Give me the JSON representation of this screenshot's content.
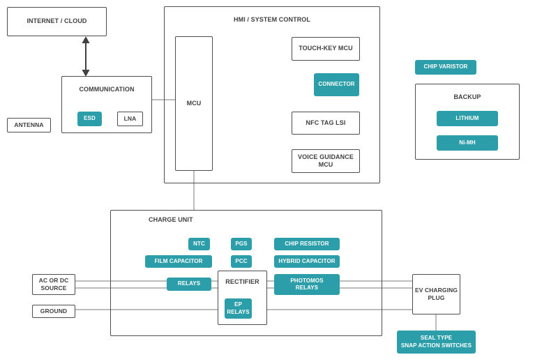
{
  "colors": {
    "teal": "#2B9EAA",
    "box_border": "#4D4D4F",
    "wire": "#77787B",
    "text": "#414042",
    "chip_text": "#FFFFFF"
  },
  "internet": {
    "label": "INTERNET / CLOUD"
  },
  "communication": {
    "title": "COMMUNICATION",
    "esd": "ESD",
    "lna": "LNA"
  },
  "antenna": {
    "label": "ANTENNA"
  },
  "hmi": {
    "title": "HMI / SYSTEM CONTROL",
    "mcu": "MCU",
    "touch_key": "TOUCH-KEY MCU",
    "connector": "CONNECTOR",
    "nfc": "NFC TAG LSI",
    "voice": {
      "lines": [
        "VOICE GUIDANCE",
        "MCU"
      ]
    }
  },
  "chip_varistor": {
    "label": "CHIP VARISTOR"
  },
  "backup": {
    "title": "BACKUP",
    "lithium": "LITHIUM",
    "nimh": "Ni-MH"
  },
  "charge_unit": {
    "title": "CHARGE UNIT",
    "ntc": "NTC",
    "pgs": "PGS",
    "chip_resistor": "CHIP RESISTOR",
    "film_capacitor": "FILM CAPACITOR",
    "pcc": "PCC",
    "hybrid_capacitor": "HYBRID CAPACITOR",
    "relays": "RELAYS",
    "rectifier": "RECTIFIER",
    "photomos": {
      "lines": [
        "PHOTOMOS",
        "RELAYS"
      ]
    },
    "ep_relays": {
      "lines": [
        "EP",
        "RELAYS"
      ]
    }
  },
  "source": {
    "lines": [
      "AC OR DC",
      "SOURCE"
    ]
  },
  "ground": {
    "label": "GROUND"
  },
  "ev_plug": {
    "lines": [
      "EV CHARGING",
      "PLUG"
    ]
  },
  "seal_switches": {
    "lines": [
      "SEAL TYPE",
      "SNAP ACTION SWITCHES"
    ]
  }
}
